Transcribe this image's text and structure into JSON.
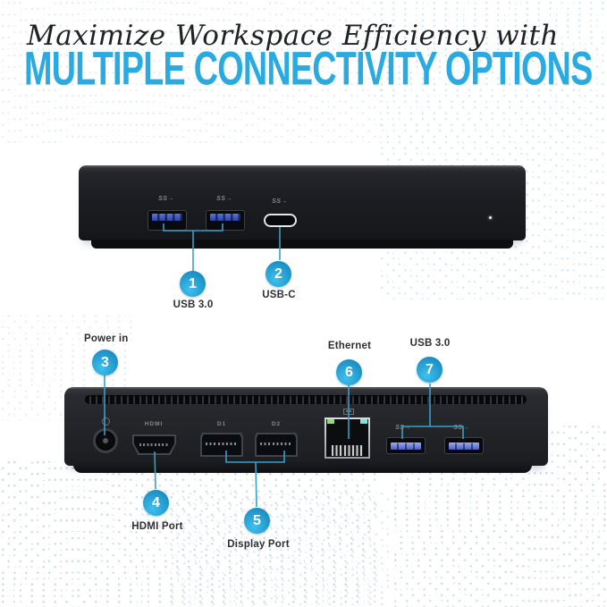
{
  "header": {
    "script": "Maximize Workspace Efficiency with",
    "title": "MULTIPLE CONNECTIVITY OPTIONS"
  },
  "front_view": {
    "usb_a1_icon": "SS→",
    "usb_a2_icon": "SS→",
    "usb_c_icon": "SS→"
  },
  "back_view": {
    "hdmi_label": "HDMI",
    "dp1_label": "D1",
    "dp2_label": "D2",
    "usb1_icon": "SS→",
    "usb2_icon": "SS→"
  },
  "callouts": [
    {
      "num": "1",
      "label": "USB 3.0"
    },
    {
      "num": "2",
      "label": "USB-C"
    },
    {
      "num": "3",
      "label": "Power in"
    },
    {
      "num": "4",
      "label": "HDMI Port"
    },
    {
      "num": "5",
      "label": "Display Port"
    },
    {
      "num": "6",
      "label": "Ethernet"
    },
    {
      "num": "7",
      "label": "USB 3.0"
    }
  ],
  "colors": {
    "accent_blue": "#29abe2",
    "callout_line": "#3a9ec9",
    "circle_dark": "#1b8ec3",
    "circle_light": "#3ec0ef",
    "dock_body": "#1c1e22",
    "background": "#ffffff"
  }
}
